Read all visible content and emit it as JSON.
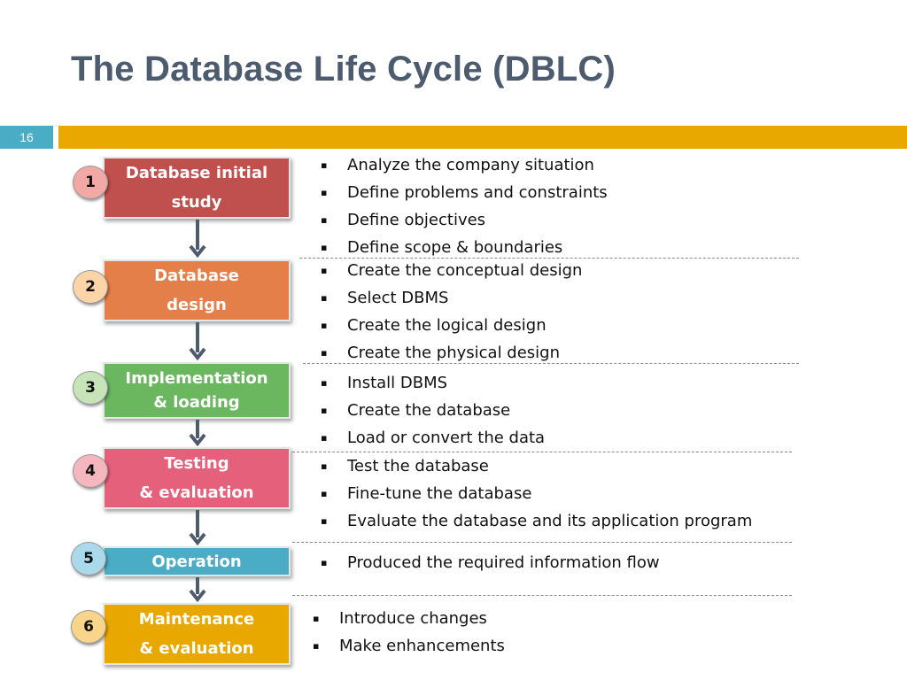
{
  "slide": {
    "title": "The Database Life Cycle (DBLC)",
    "number": "16"
  },
  "colors": {
    "title_text": "#4d5b6e",
    "slide_number_bg": "#4bacc6",
    "accent_bar": "#e8a800",
    "arrow": "#4d5b6e"
  },
  "stages": [
    {
      "number": "1",
      "label_line1": "Database initial",
      "label_line2": "study",
      "color": "#c0504d",
      "badge_color": "#f2a8a4",
      "tasks": [
        "Analyze the company situation",
        "Define problems and constraints",
        "Define objectives",
        "Define scope & boundaries"
      ]
    },
    {
      "number": "2",
      "label_line1": "Database",
      "label_line2": "design",
      "color": "#e57f4a",
      "badge_color": "#fbd5a8",
      "tasks": [
        "Create the conceptual design",
        "Select DBMS",
        "Create the logical design",
        "Create the physical design"
      ]
    },
    {
      "number": "3",
      "label_line1": "Implementation",
      "label_line2": "& loading",
      "color": "#6ab760",
      "badge_color": "#c6e4b8",
      "tasks": [
        "Install DBMS",
        "Create the database",
        "Load or convert the data"
      ]
    },
    {
      "number": "4",
      "label_line1": "Testing",
      "label_line2": "& evaluation",
      "color": "#e5607a",
      "badge_color": "#f5b6bd",
      "tasks": [
        "Test the database",
        "Fine-tune the database",
        "Evaluate the database and its application program"
      ]
    },
    {
      "number": "5",
      "label_line1": "Operation",
      "label_line2": "",
      "color": "#4bacc6",
      "badge_color": "#a9d9ea",
      "tasks": [
        "Produced the required information flow"
      ]
    },
    {
      "number": "6",
      "label_line1": "Maintenance",
      "label_line2": "& evaluation",
      "color": "#e8a800",
      "badge_color": "#f8d58a",
      "tasks": [
        "Introduce changes",
        "Make enhancements"
      ]
    }
  ]
}
